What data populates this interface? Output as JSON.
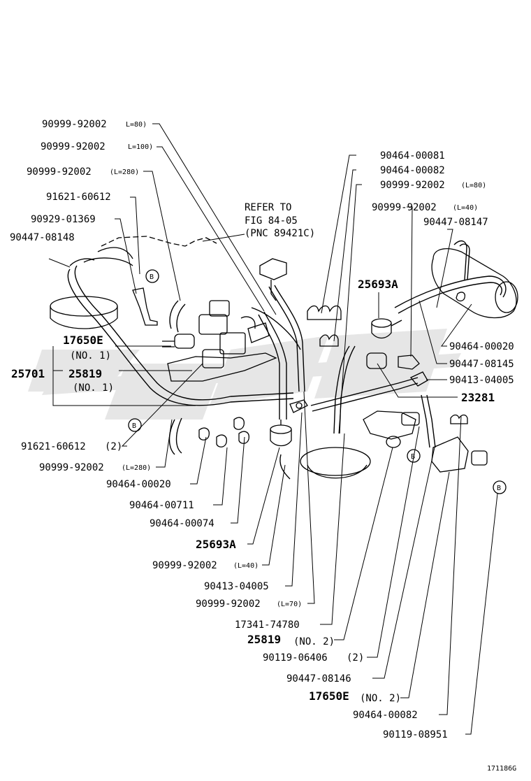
{
  "figure_code": "171186G",
  "refer_note": {
    "line1": "REFER TO",
    "line2": "FIG 84-05",
    "line3": "(PNC 89421C)"
  },
  "ref_marker": "B",
  "labels": {
    "p01": {
      "num": "90999-92002",
      "note": "L=80)"
    },
    "p02": {
      "num": "90999-92002",
      "note": "L=100)"
    },
    "p03": {
      "num": "90999-92002",
      "note": "(L=280)"
    },
    "p04": {
      "num": "91621-60612",
      "note": ""
    },
    "p05": {
      "num": "90929-01369",
      "note": ""
    },
    "p06": {
      "num": "90447-08148",
      "note": ""
    },
    "p07": {
      "num": "17650E",
      "note": "(NO. 1)"
    },
    "p08": {
      "num": "25701",
      "note": ""
    },
    "p09": {
      "num": "25819",
      "note": "(NO. 1)"
    },
    "p10": {
      "num": "91621-60612",
      "note": "(2)"
    },
    "p11": {
      "num": "90999-92002",
      "note": "(L=280)"
    },
    "p12": {
      "num": "90464-00020",
      "note": ""
    },
    "p13": {
      "num": "90464-00711",
      "note": ""
    },
    "p14": {
      "num": "90464-00074",
      "note": ""
    },
    "p15": {
      "num": "25693A",
      "note": ""
    },
    "p16": {
      "num": "90999-92002",
      "note": "(L=40)"
    },
    "p17": {
      "num": "90413-04005",
      "note": ""
    },
    "p18": {
      "num": "90999-92002",
      "note": "(L=70)"
    },
    "p19": {
      "num": "17341-74780",
      "note": ""
    },
    "p20": {
      "num": "25819",
      "note": "(NO. 2)"
    },
    "p21": {
      "num": "90119-06406",
      "note": "(2)"
    },
    "p22": {
      "num": "90447-08146",
      "note": ""
    },
    "p23": {
      "num": "17650E",
      "note": "(NO. 2)"
    },
    "p24": {
      "num": "90464-00082",
      "note": ""
    },
    "p25": {
      "num": "90119-08951",
      "note": ""
    },
    "p26": {
      "num": "90464-00081",
      "note": ""
    },
    "p27": {
      "num": "90464-00082",
      "note": ""
    },
    "p28": {
      "num": "90999-92002",
      "note": "(L=80)"
    },
    "p29": {
      "num": "90999-92002",
      "note": "(L=40)"
    },
    "p30": {
      "num": "90447-08147",
      "note": ""
    },
    "p31": {
      "num": "25693A",
      "note": ""
    },
    "p32": {
      "num": "90464-00020",
      "note": ""
    },
    "p33": {
      "num": "90447-08145",
      "note": ""
    },
    "p34": {
      "num": "90413-04005",
      "note": ""
    },
    "p35": {
      "num": "23281",
      "note": ""
    }
  }
}
